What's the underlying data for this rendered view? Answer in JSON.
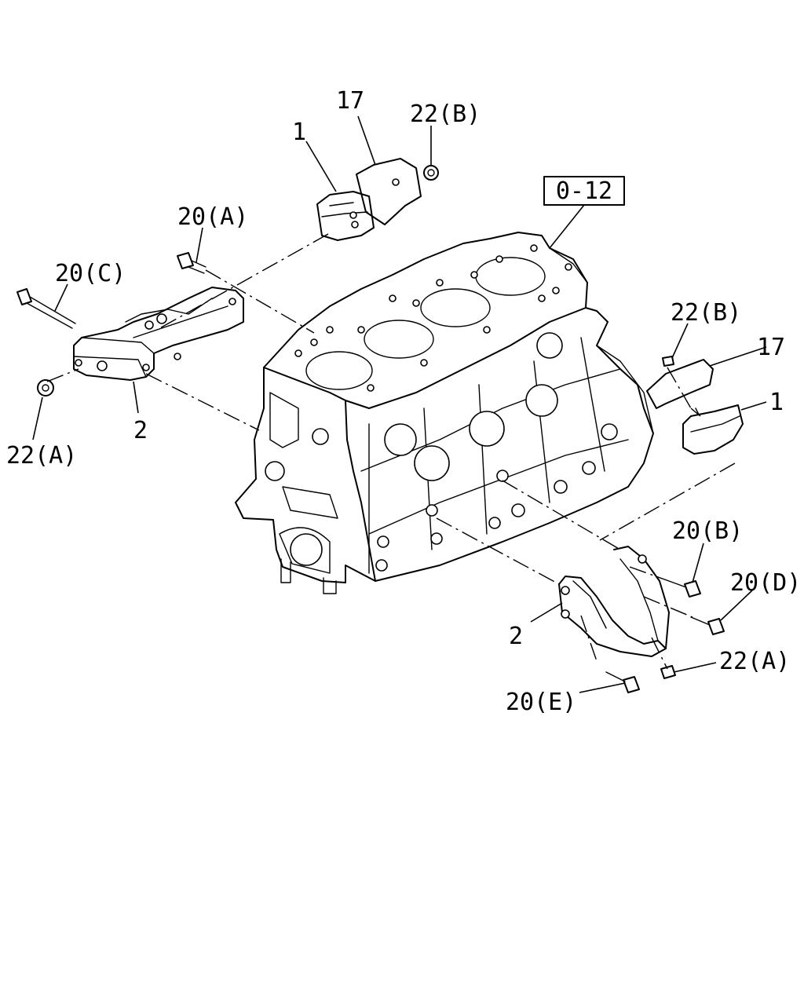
{
  "diagram": {
    "ref_box": "0-12",
    "callouts": {
      "part_1_top": "1",
      "part_17_top": "17",
      "part_22b_top": "22(B)",
      "part_20a": "20(A)",
      "part_20c": "20(C)",
      "part_2_left": "2",
      "part_22a_left": "22(A)",
      "part_22b_right": "22(B)",
      "part_17_right": "17",
      "part_1_right": "1",
      "part_20b": "20(B)",
      "part_20d": "20(D)",
      "part_2_right": "2",
      "part_22a_right": "22(A)",
      "part_20e": "20(E)"
    }
  }
}
